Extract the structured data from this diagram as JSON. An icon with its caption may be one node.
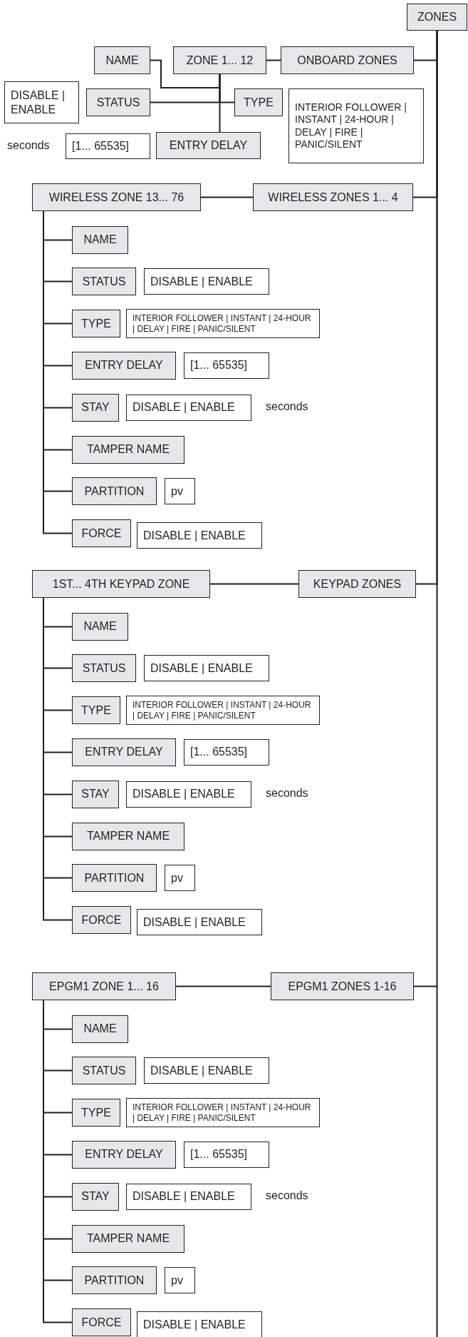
{
  "diagram": {
    "nodes": [
      {
        "text": [
          "ZONES"
        ]
      },
      {
        "text": [
          "ONBOARD ZONES"
        ]
      },
      {
        "text": [
          "NAME"
        ]
      },
      {
        "text": [
          "ZONE 1... 12"
        ]
      },
      {
        "text": [
          "DISABLE | ENABLE"
        ]
      },
      {
        "text": [
          "STATUS"
        ]
      },
      {
        "text": [
          "TYPE"
        ]
      },
      {
        "text": [
          "INTERIOR FOLLOWER | INSTANT | 24-HOUR | DELAY | FIRE | PANIC/SILENT"
        ]
      },
      {
        "text": [
          "[1... 65535]"
        ],
        "beside": [
          "seconds"
        ]
      },
      {
        "text": [
          "ENTRY DELAY"
        ]
      },
      {
        "text": [
          "WIRELESS ZONE 13... 76"
        ]
      },
      {
        "text": [
          "WIRELESS ZONES 1... 4"
        ]
      },
      {
        "text": [
          "NAME"
        ]
      },
      {
        "text": [
          "STATUS"
        ]
      },
      {
        "text": [
          "DISABLE | ENABLE"
        ]
      },
      {
        "text": [
          "TYPE"
        ]
      },
      {
        "text": [
          "INTERIOR FOLLOWER | INSTANT | 24-HOUR | DELAY | FIRE | PANIC/SILENT"
        ]
      },
      {
        "text": [
          "ENTRY DELAY"
        ]
      },
      {
        "text": [
          "[1... 65535]"
        ]
      },
      {
        "text": [
          "STAY"
        ]
      },
      {
        "text": [
          "DISABLE | ENABLE"
        ],
        "beside": [
          "seconds"
        ]
      },
      {
        "text": [
          "TAMPER NAME"
        ]
      },
      {
        "text": [
          "PARTITION"
        ]
      },
      {
        "text": [
          "pv"
        ]
      },
      {
        "text": [
          "FORCE"
        ]
      },
      {
        "text": [
          "DISABLE | ENABLE"
        ]
      },
      {
        "text": [
          "1ST... 4TH KEYPAD ZONE"
        ]
      },
      {
        "text": [
          "KEYPAD ZONES"
        ]
      },
      {
        "text": [
          "NAME"
        ]
      },
      {
        "text": [
          "STATUS"
        ]
      },
      {
        "text": [
          "DISABLE | ENABLE"
        ]
      },
      {
        "text": [
          "TYPE"
        ]
      },
      {
        "text": [
          "INTERIOR FOLLOWER | INSTANT | 24-HOUR | DELAY | FIRE | PANIC/SILENT"
        ]
      },
      {
        "text": [
          "ENTRY DELAY"
        ]
      },
      {
        "text": [
          "[1... 65535]"
        ]
      },
      {
        "text": [
          "STAY"
        ]
      },
      {
        "text": [
          "DISABLE | ENABLE"
        ],
        "beside": [
          "seconds"
        ]
      },
      {
        "text": [
          "TAMPER NAME"
        ]
      },
      {
        "text": [
          "PARTITION"
        ]
      },
      {
        "text": [
          "pv"
        ]
      },
      {
        "text": [
          "FORCE"
        ]
      },
      {
        "text": [
          "DISABLE | ENABLE"
        ]
      },
      {
        "text": [
          "EPGM1 ZONE 1... 16"
        ]
      },
      {
        "text": [
          "EPGM1 ZONES 1-16"
        ]
      },
      {
        "text": [
          "NAME"
        ]
      },
      {
        "text": [
          "STATUS"
        ]
      },
      {
        "text": [
          "DISABLE | ENABLE"
        ]
      },
      {
        "text": [
          "TYPE"
        ]
      },
      {
        "text": [
          "INTERIOR FOLLOWER | INSTANT | 24-HOUR | DELAY | FIRE | PANIC/SILENT"
        ]
      },
      {
        "text": [
          "ENTRY DELAY"
        ]
      },
      {
        "text": [
          "[1... 65535]"
        ]
      },
      {
        "text": [
          "STAY"
        ]
      },
      {
        "text": [
          "DISABLE | ENABLE"
        ],
        "beside": [
          "seconds"
        ]
      },
      {
        "text": [
          "TAMPER NAME"
        ]
      },
      {
        "text": [
          "PARTITION"
        ]
      },
      {
        "text": [
          "pv"
        ]
      },
      {
        "text": [
          "FORCE"
        ]
      },
      {
        "text": [
          "DISABLE | ENABLE"
        ]
      }
    ],
    "edges": [
      {
        "from": 0,
        "to": 1,
        "arrow": "none"
      },
      {
        "from": 1,
        "to": 3,
        "arrow": "none"
      },
      {
        "from": 3,
        "to": 2,
        "arrow": "none"
      },
      {
        "from": 3,
        "to": 5,
        "arrow": "none"
      },
      {
        "from": 3,
        "to": 6,
        "arrow": "none"
      },
      {
        "from": 3,
        "to": 9,
        "arrow": "none"
      },
      {
        "from": 0,
        "to": 11,
        "arrow": "none"
      },
      {
        "from": 11,
        "to": 10,
        "arrow": "none"
      },
      {
        "from": 10,
        "to": 12,
        "arrow": "none"
      },
      {
        "from": 10,
        "to": 13,
        "arrow": "none"
      },
      {
        "from": 10,
        "to": 15,
        "arrow": "none"
      },
      {
        "from": 10,
        "to": 17,
        "arrow": "none"
      },
      {
        "from": 10,
        "to": 19,
        "arrow": "none"
      },
      {
        "from": 10,
        "to": 21,
        "arrow": "none"
      },
      {
        "from": 10,
        "to": 22,
        "arrow": "none"
      },
      {
        "from": 10,
        "to": 24,
        "arrow": "none"
      },
      {
        "from": 0,
        "to": 27,
        "arrow": "none"
      },
      {
        "from": 27,
        "to": 26,
        "arrow": "none"
      },
      {
        "from": 26,
        "to": 28,
        "arrow": "none"
      },
      {
        "from": 26,
        "to": 29,
        "arrow": "none"
      },
      {
        "from": 26,
        "to": 31,
        "arrow": "none"
      },
      {
        "from": 26,
        "to": 33,
        "arrow": "none"
      },
      {
        "from": 26,
        "to": 35,
        "arrow": "none"
      },
      {
        "from": 26,
        "to": 37,
        "arrow": "none"
      },
      {
        "from": 26,
        "to": 38,
        "arrow": "none"
      },
      {
        "from": 26,
        "to": 40,
        "arrow": "none"
      },
      {
        "from": 0,
        "to": 43,
        "arrow": "none"
      },
      {
        "from": 43,
        "to": 42,
        "arrow": "none"
      },
      {
        "from": 42,
        "to": 44,
        "arrow": "none"
      },
      {
        "from": 42,
        "to": 45,
        "arrow": "none"
      },
      {
        "from": 42,
        "to": 47,
        "arrow": "none"
      },
      {
        "from": 42,
        "to": 49,
        "arrow": "none"
      },
      {
        "from": 42,
        "to": 51,
        "arrow": "none"
      },
      {
        "from": 42,
        "to": 53,
        "arrow": "none"
      },
      {
        "from": 42,
        "to": 54,
        "arrow": "none"
      },
      {
        "from": 42,
        "to": 56,
        "arrow": "none"
      }
    ]
  }
}
